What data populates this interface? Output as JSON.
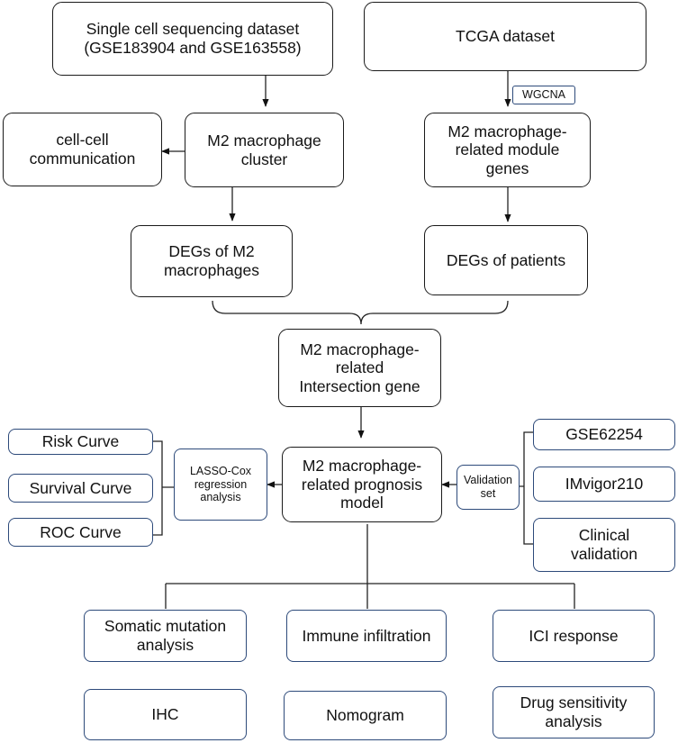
{
  "boxes": {
    "sc_dataset": "Single cell sequencing dataset\n(GSE183904 and GSE163558)",
    "tcga": "TCGA dataset",
    "wgcna": "WGCNA",
    "cellcell": "cell-cell\ncommunication",
    "m2_cluster": "M2 macrophage\ncluster",
    "m2_module": "M2 macrophage-\nrelated module\ngenes",
    "degs_m2": "DEGs of M2\nmacrophages",
    "degs_patients": "DEGs of patients",
    "intersection": "M2 macrophage-\nrelated\nIntersection gene",
    "risk_curve": "Risk Curve",
    "survival_curve": "Survival Curve",
    "roc_curve": "ROC Curve",
    "lasso": "LASSO-Cox\nregression\nanalysis",
    "prognosis": "M2 macrophage-\nrelated prognosis\nmodel",
    "validation_set": "Validation\nset",
    "gse62254": "GSE62254",
    "imvigor": "IMvigor210",
    "clinical": "Clinical\nvalidation",
    "somatic": "Somatic mutation\nanalysis",
    "immune": "Immune infiltration",
    "ici": "ICI response",
    "ihc": "IHC",
    "nomogram": "Nomogram",
    "drug": "Drug sensitivity\nanalysis"
  }
}
